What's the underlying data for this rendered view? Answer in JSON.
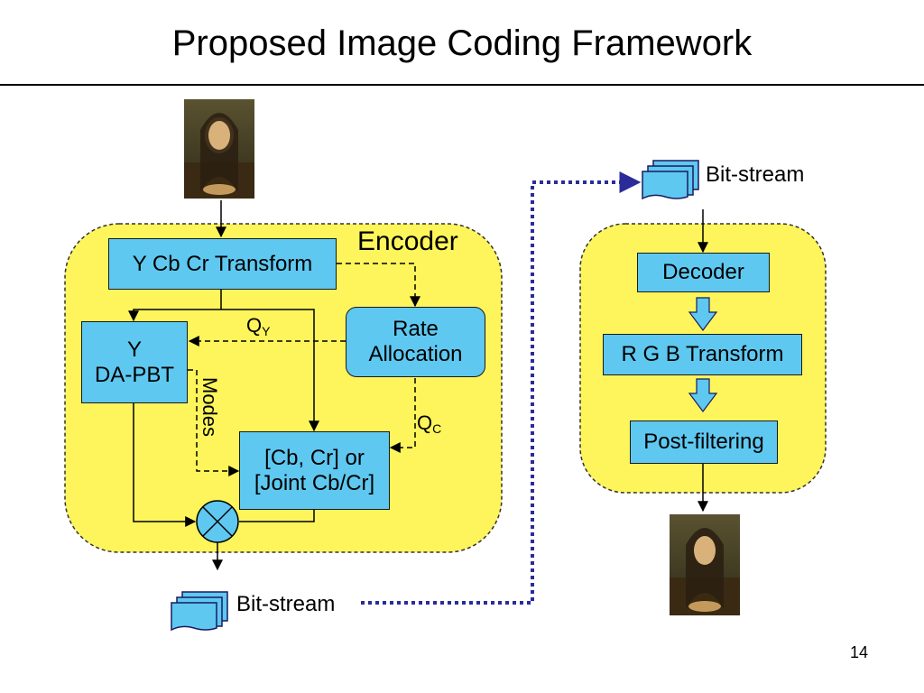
{
  "slide": {
    "title": "Proposed Image Coding Framework",
    "page_number": "14"
  },
  "encoder": {
    "label": "Encoder",
    "ycbcr_transform": "Y Cb Cr Transform",
    "y_line1": "Y",
    "y_line2": "DA-PBT",
    "rate_line1": "Rate",
    "rate_line2": "Allocation",
    "cbcr_line1": "[Cb, Cr] or",
    "cbcr_line2": "[Joint Cb/Cr]",
    "qy_main": "Q",
    "qy_sub": "Y",
    "qc_main": "Q",
    "qc_sub": "C",
    "modes": "Modes",
    "output_bitstream": "Bit-stream"
  },
  "decoder_side": {
    "input_bitstream": "Bit-stream",
    "decoder": "Decoder",
    "rgb_transform": "R G B Transform",
    "post_filtering": "Post-filtering"
  },
  "colors": {
    "panel_fill": "#fdf55b",
    "box_fill": "#5ec8f0",
    "link_color": "#2b2b9a"
  }
}
